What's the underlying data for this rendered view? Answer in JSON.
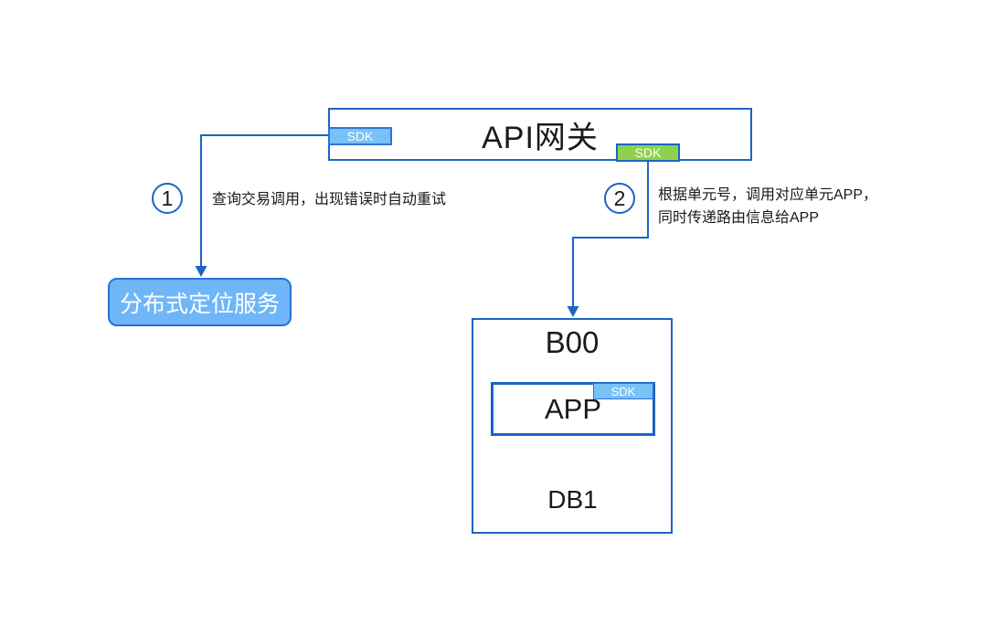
{
  "colors": {
    "line_blue": "#1d64c5",
    "tag_border_blue": "#2d74d8",
    "sdk_blue_fill": "#79c1f7",
    "sdk_green_fill": "#8dd14d",
    "service_fill": "#6fb6f8",
    "text_black": "#1a1a1a",
    "label_white": "#ffffff"
  },
  "gateway": {
    "title": "API网关",
    "sdk_left_label": "SDK",
    "sdk_bottom_label": "SDK"
  },
  "steps": {
    "step1": {
      "number": "1",
      "text": "查询交易调用，出现错误时自动重试"
    },
    "step2": {
      "number": "2",
      "text_line1": "根据单元号，调用对应单元APP，",
      "text_line2": "同时传递路由信息给APP"
    }
  },
  "service": {
    "label": "分布式定位服务"
  },
  "unit_b00": {
    "title": "B00",
    "app": {
      "label": "APP",
      "sdk_label": "SDK"
    },
    "db": {
      "label": "DB1"
    }
  }
}
